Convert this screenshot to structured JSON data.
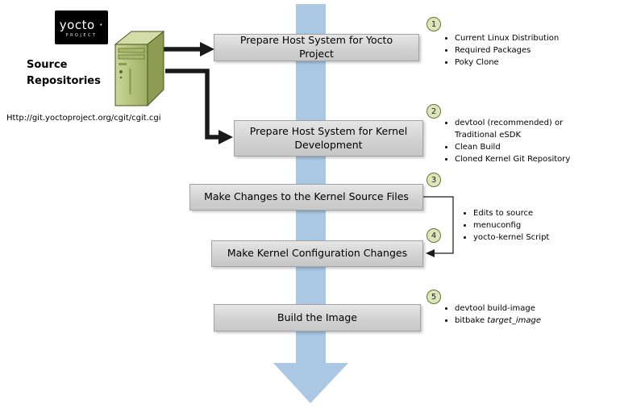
{
  "logo": {
    "name": "yocto ·",
    "subtitle": "PROJECT"
  },
  "source": {
    "line1": "Source",
    "line2": "Repositories",
    "url": "Http://git.yoctoproject.org/cgit/cgit.cgi"
  },
  "steps": [
    {
      "number": "1",
      "label": "Prepare Host System for Yocto Project",
      "bullets": [
        "Current Linux Distribution",
        "Required Packages",
        "Poky Clone"
      ]
    },
    {
      "number": "2",
      "label": "Prepare Host System for Kernel Development",
      "bullets": [
        "devtool (recommended) or Traditional eSDK",
        "Clean Build",
        "Cloned Kernel Git Repository"
      ]
    },
    {
      "number": "3",
      "label": "Make Changes to the Kernel Source Files",
      "bullets": []
    },
    {
      "number": "4",
      "label": "Make Kernel Configuration Changes",
      "bullets": []
    },
    {
      "number": "5",
      "label": "Build the Image",
      "bullets": [
        "devtool build-image"
      ],
      "bullet_italic_prefix": "bitbake",
      "bullet_italic_text": "target_image"
    }
  ],
  "shared_bullets": [
    "Edits to source",
    "menuconfig",
    "yocto-kernel Script"
  ],
  "colors": {
    "flow_arrow_blue": "#aac7e4",
    "box_gray_top": "#e6e6e6",
    "box_gray_bottom": "#c7c7c7",
    "badge_fill": "#dde6bb",
    "badge_border": "#6a7430",
    "server_green": "#b7c37e",
    "connector_black": "#1a1a1a"
  }
}
